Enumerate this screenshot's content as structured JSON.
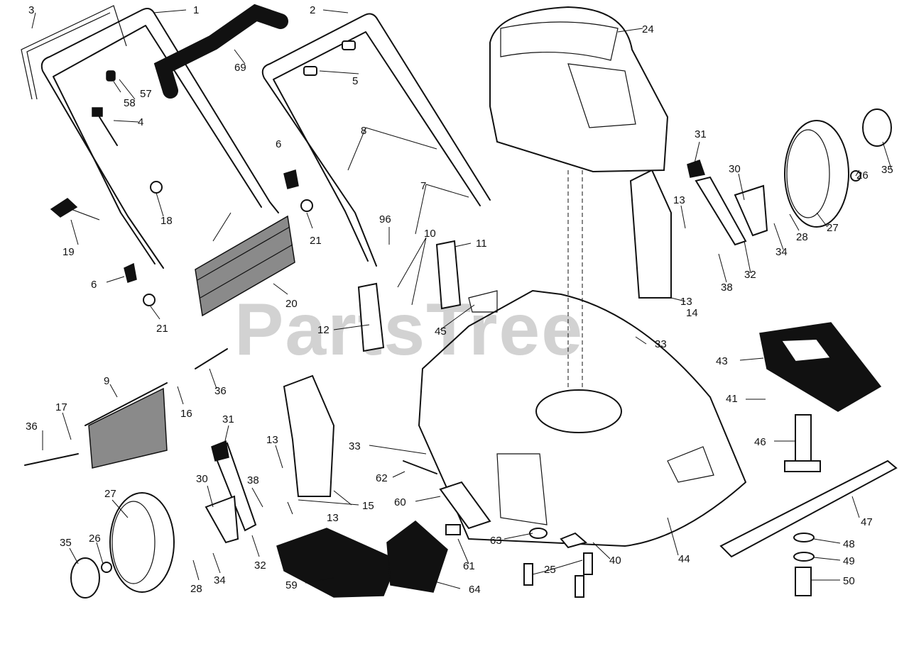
{
  "watermark": "PartsTree",
  "callouts": [
    "1",
    "2",
    "3",
    "4",
    "5",
    "6",
    "7",
    "8",
    "9",
    "10",
    "11",
    "12",
    "13",
    "14",
    "15",
    "16",
    "17",
    "18",
    "19",
    "20",
    "21",
    "24",
    "25",
    "26",
    "27",
    "28",
    "30",
    "31",
    "32",
    "33",
    "34",
    "35",
    "36",
    "38",
    "40",
    "41",
    "43",
    "44",
    "45",
    "46",
    "47",
    "48",
    "49",
    "50",
    "57",
    "58",
    "59",
    "60",
    "61",
    "62",
    "63",
    "64",
    "69",
    "96"
  ]
}
